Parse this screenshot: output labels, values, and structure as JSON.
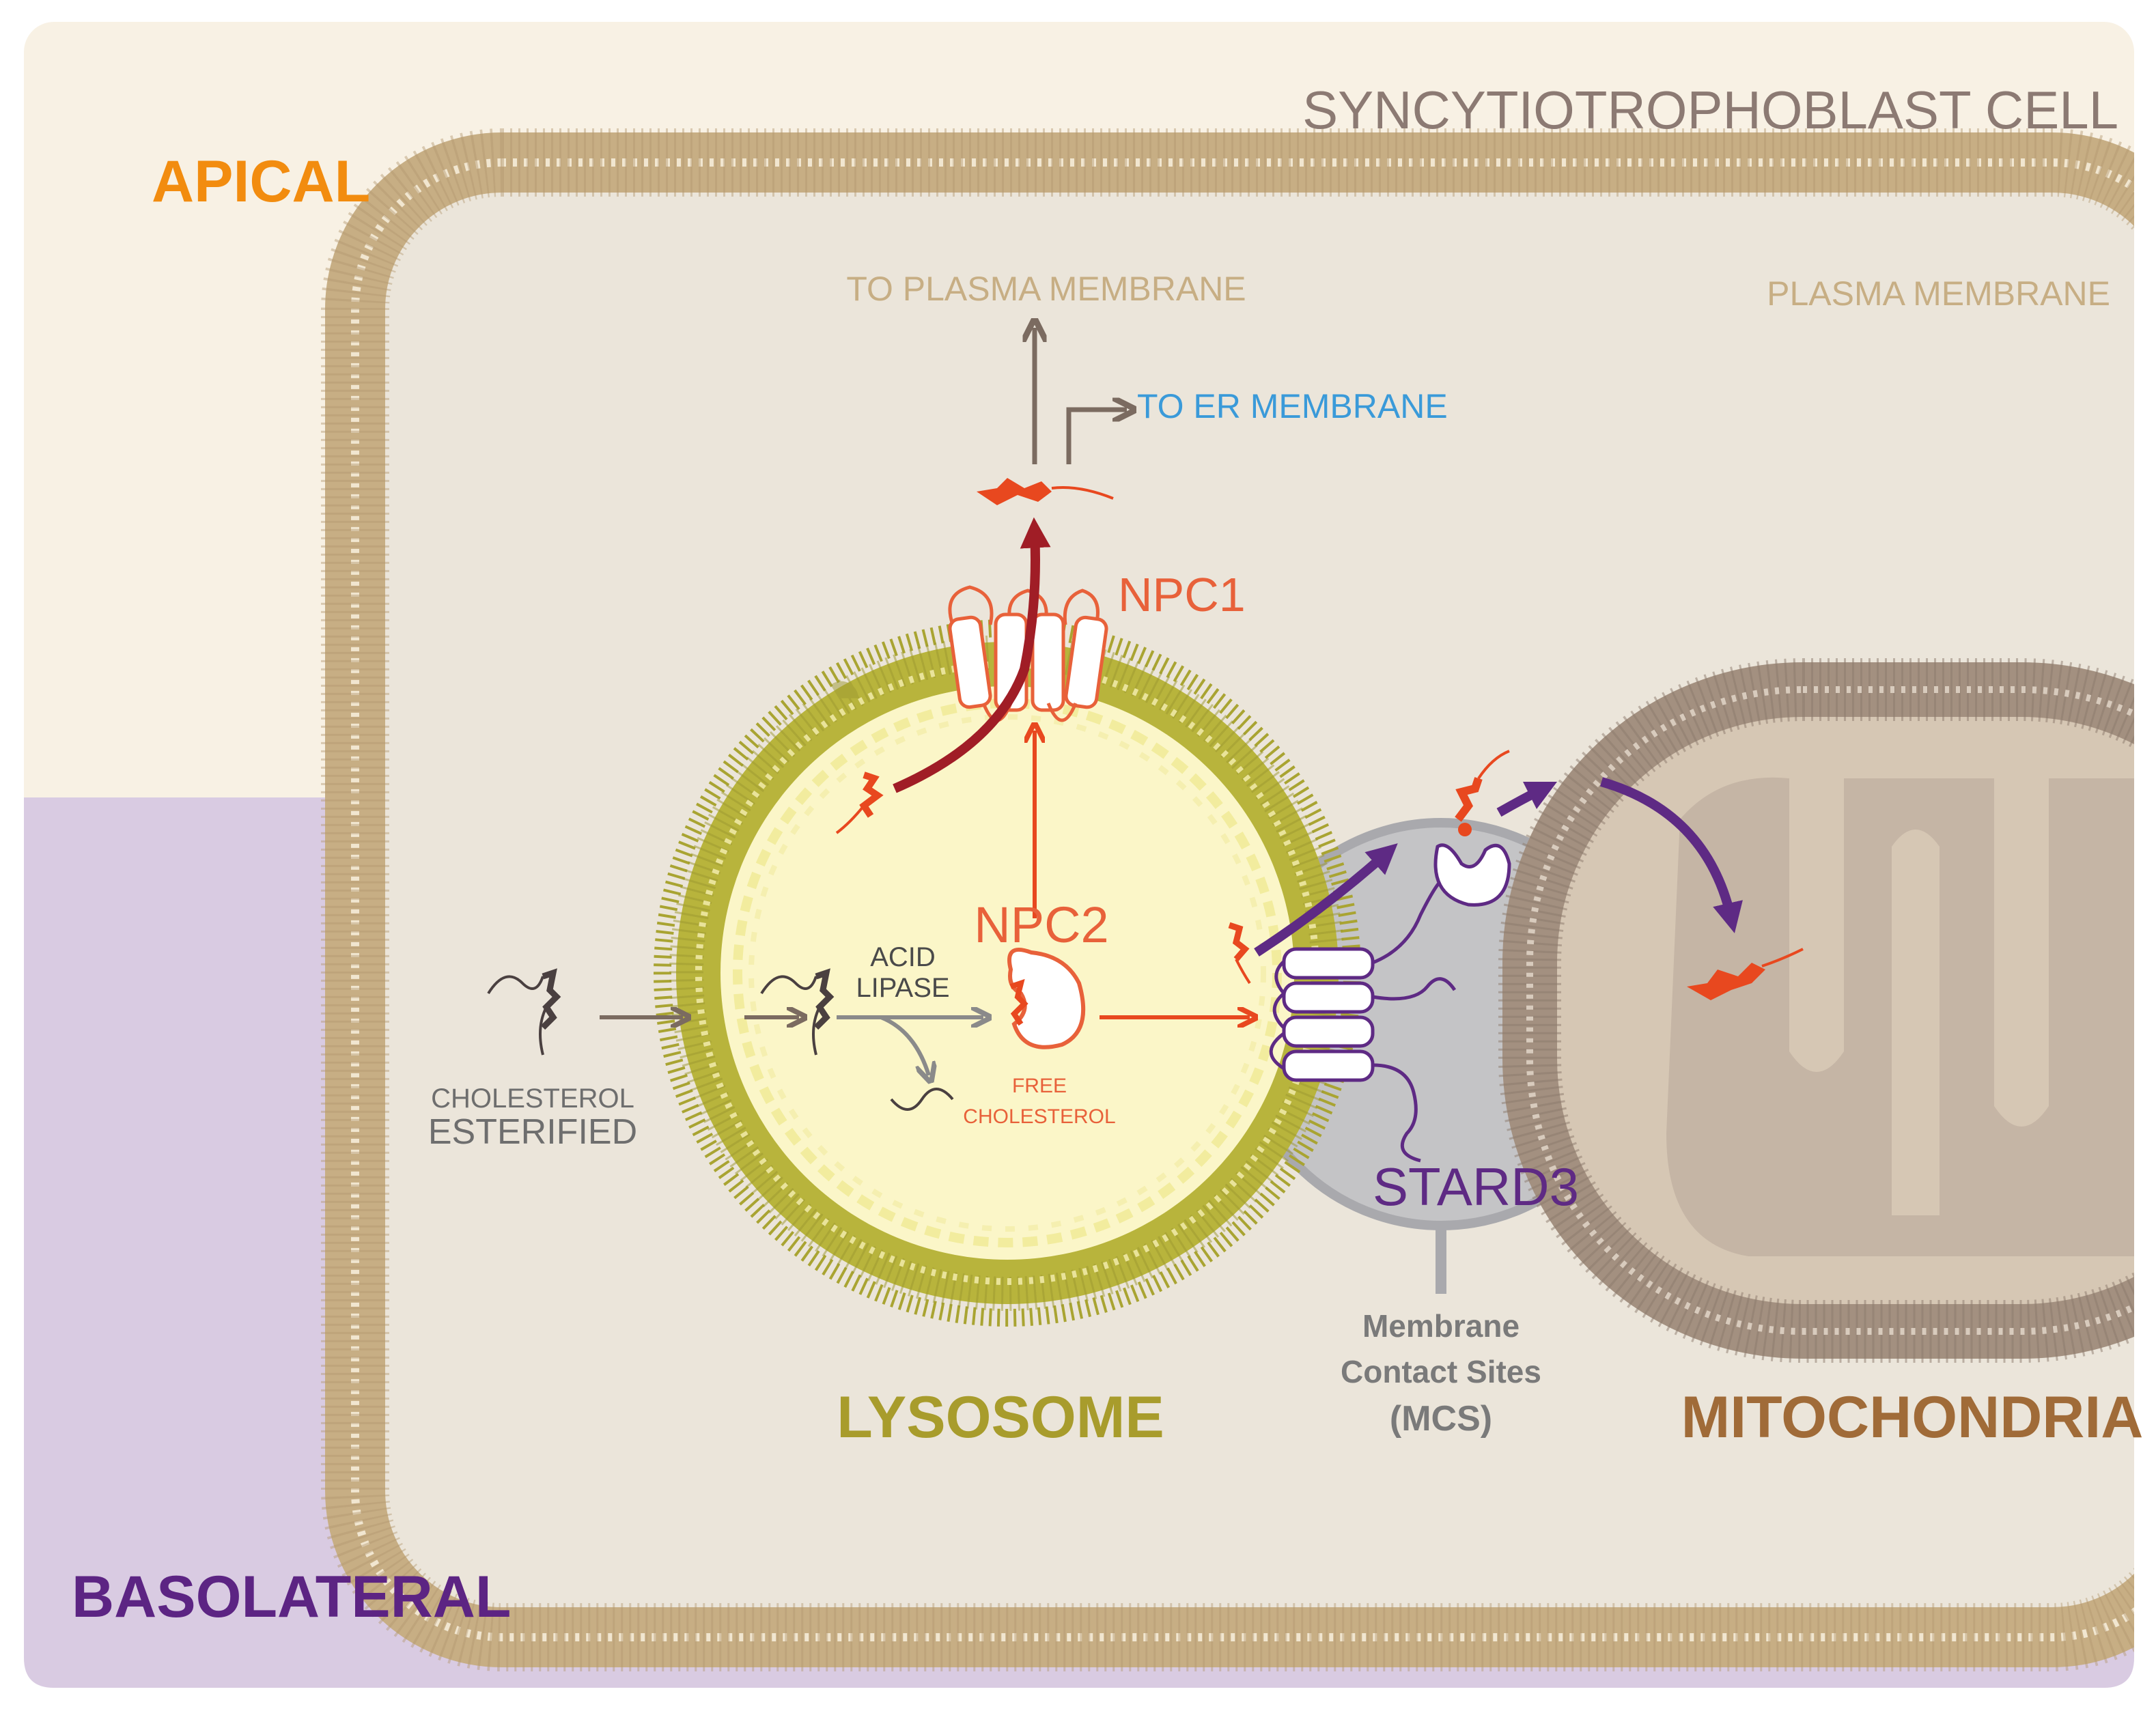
{
  "labels": {
    "cell_title": "SYNCYTIOTROPHOBLAST CELL",
    "apical": "APICAL",
    "basolateral": "BASOLATERAL",
    "plasma_membrane": "PLASMA MEMBRANE",
    "to_plasma_membrane": "TO PLASMA MEMBRANE",
    "to_er_membrane": "TO ER MEMBRANE",
    "npc1": "NPC1",
    "npc2": "NPC2",
    "acid_lipase_line1": "ACID",
    "acid_lipase_line2": "LIPASE",
    "free_cholesterol_line1": "FREE",
    "free_cholesterol_line2": "CHOLESTEROL",
    "cholesterol_line1": "CHOLESTEROL",
    "cholesterol_line2": "ESTERIFIED",
    "stard3": "STARD3",
    "mcs_line1": "Membrane",
    "mcs_line2": "Contact Sites",
    "mcs_line3": "(MCS)",
    "lysosome": "LYSOSOME",
    "mitochondria": "MITOCHONDRIA"
  },
  "colors": {
    "apical_bg": "#f8f1e4",
    "basolateral_bg": "#d9cbe2",
    "cytoplasm": "#ebe5da",
    "plasma_membrane": "#c7ae84",
    "lysosome_membrane": "#b8b43c",
    "lysosome_lumen": "#fbf6c8",
    "mcs_grey": "#c4c4c6",
    "mito_membrane": "#a39080",
    "mito_matrix": "#d6c7b4",
    "cholesterol": "#e8481f",
    "npc_arrow": "#a01d26",
    "stard3_purple": "#5e2a84",
    "apical_text": "#f28c0f",
    "basolateral_text": "#5c2483",
    "er_text": "#3a9ad9",
    "title_text": "#8c7a73",
    "lysosome_text": "#a89c2c",
    "mito_text": "#a06b38",
    "npc_text": "#e8613a",
    "grey_text": "#7a7a7a"
  }
}
